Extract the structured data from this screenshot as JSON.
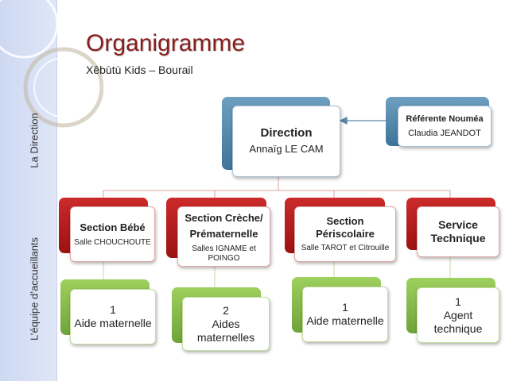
{
  "slide": {
    "title": "Organigramme",
    "subtitle": "Xêbùtù Kids – Bourail",
    "side_labels": [
      "La Direction",
      "L’équipe d’accueillants"
    ]
  },
  "direction": {
    "title": "Direction",
    "name": "Annaïg LE CAM"
  },
  "referente": {
    "title": "Référente Nouméa",
    "name": "Claudia JEANDOT"
  },
  "sections": [
    {
      "title": "Section Bébé",
      "subtitle": "Salle CHOUCHOUTE"
    },
    {
      "title": "Section Crèche/ Prématernelle",
      "subtitle": "Salles IGNAME et POINGO"
    },
    {
      "title": "Section Périscolaire",
      "subtitle": "Salle TAROT et Citrouille"
    },
    {
      "title": "Service Technique",
      "subtitle": ""
    }
  ],
  "staff": [
    {
      "count": "1",
      "role": "Aide maternelle"
    },
    {
      "count": "2",
      "role": "Aides maternelles"
    },
    {
      "count": "1",
      "role": "Aide maternelle"
    },
    {
      "count": "1",
      "role": "Agent technique"
    }
  ],
  "colors": {
    "title": "#8a1c1c",
    "direction": "#4f82a6",
    "section": "#b81d1d",
    "staff": "#86bb4a",
    "sidebar": "#d5def5"
  }
}
